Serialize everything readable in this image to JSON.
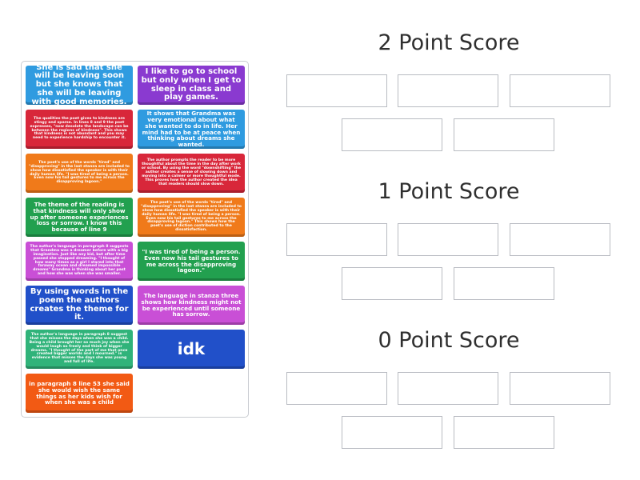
{
  "cards": [
    {
      "text": "She is sad that she will be leaving soon but she knows that she will be leaving with good memories.",
      "color": "#2f9be0"
    },
    {
      "text": "I like to go to school but only when I get to sleep in class and play games.",
      "color": "#8a3ad0"
    },
    {
      "text": "The qualities the poet gives to kindness are stingy and sparse. In lines 8 and 9 the poet expresses, \"now desolate the landscape can be between the regions of kindness\". This shows that kindness is not abundant and you may need to experience hardship to encounter it.",
      "color": "#d8273a"
    },
    {
      "text": "It shows that Grandma was very emotional about what she wanted to do in life. Her mind had to be at peace when thinking about dreams she wanted.",
      "color": "#2f9be0"
    },
    {
      "text": "The poet's use of the words \"tired\" and \"disapproving\" in the last stanza are included to show how dissatisfied the speaker is with their daily human life. \"I was tired of being a person. Even now his tail gestures to me across the disapproving lagoon.\"",
      "color": "#f07a1a"
    },
    {
      "text": "The author prompts the reader to be more thoughtful about the time in the day after work or school. By using the word \"downshifting\" the author creates a sense of slowing down and moving into a calmer or more thoughtful mode. This proves how the author created the idea that readers should slow down.",
      "color": "#d8273a"
    },
    {
      "text": "The theme of the reading is that kindness will only show up after someone experiences loss or sorrow. I know this because of line 9",
      "color": "#22a04f"
    },
    {
      "text": "The poet's use of the words \"tired\" and \"disapproving\" in the last stanza are included to show how dissatisfied the speaker is with their daily human life. \"I was tired of being a person. Even now his tail gestures to me across the disapproving lagoon.\" This shows how the poet's use of diction contributed to the dissatisfaction.",
      "color": "#f07a1a"
    },
    {
      "text": "The author's language in paragraph 8 suggests that Grandma was a dreamer before with a big imagination. Just like any kid, but after time passed she stopped dreaming. \"I thought of how many times as a girl I stared into that faraway ocean and dreamed impossible dreams\" Grandma is thinking about her past and how she was when she was smaller.",
      "color": "#c94fd6"
    },
    {
      "text": "\"I was tired of being a person. Even now his tail gestures to me across the disapproving lagoon.\"",
      "color": "#22a04f"
    },
    {
      "text": "By using words in the poem the authors creates the theme for it.",
      "color": "#2150c9"
    },
    {
      "text": "The language in stanza three shows how kindness might not be experienced until someone has sorrow.",
      "color": "#c94fd6"
    },
    {
      "text": "The author's language in paragraph 8 suggest that she misses the days when she was a child. Being a child brought her so much joy when she would laugh so freely and think of bigger dreams. \"I thought of the part of me that once created bigger worlds and I mourned.\" is evidence that misses the days she was young and full of life.",
      "color": "#30b37a"
    },
    {
      "text": "idk",
      "color": "#2150c9"
    },
    {
      "text": "in paragraph 8 line 53 she said she would wish the same things as her kids wish for when she was a child",
      "color": "#f25a14"
    }
  ],
  "categories": [
    {
      "title": "2 Point Score"
    },
    {
      "title": "1 Point Score"
    },
    {
      "title": "0 Point Score"
    }
  ]
}
